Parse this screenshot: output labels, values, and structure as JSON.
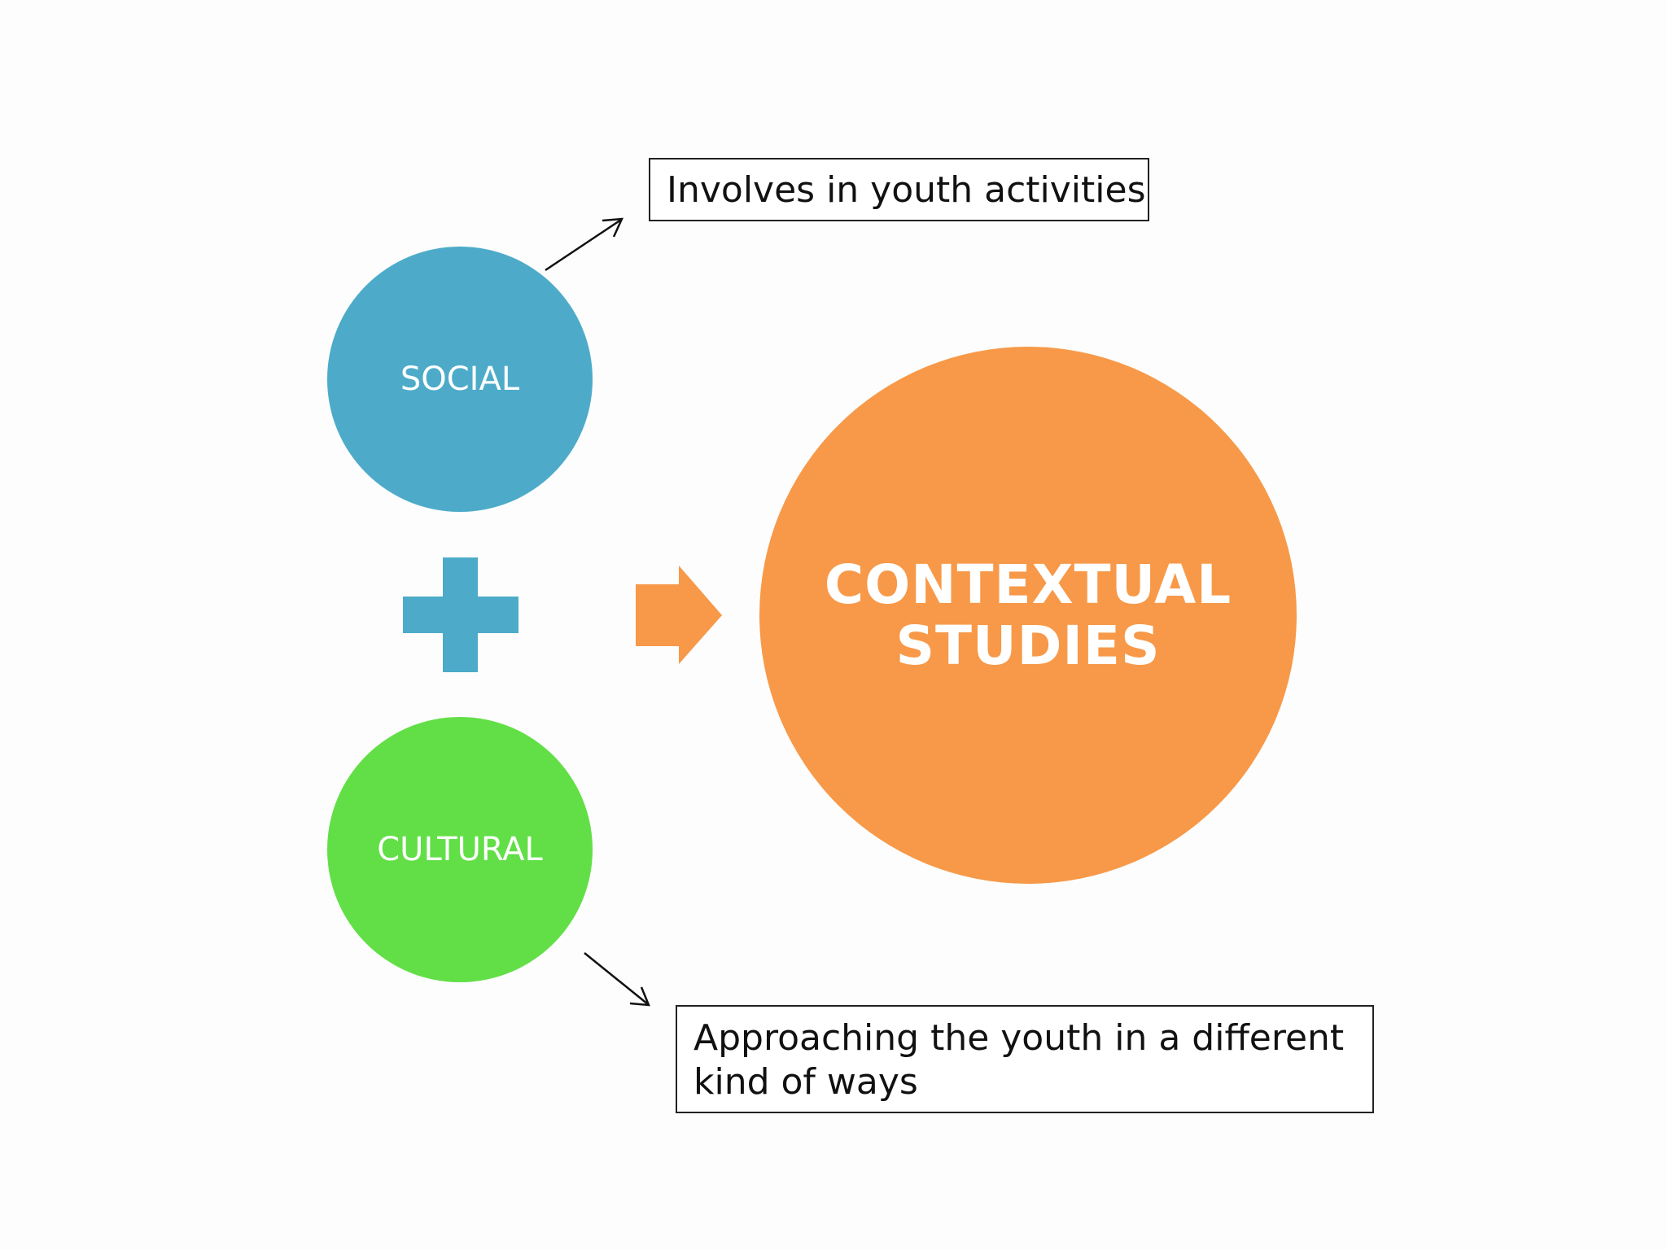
{
  "nodes": {
    "social": {
      "label": "SOCIAL",
      "color": "#4dabc9"
    },
    "cultural": {
      "label": "CULTURAL",
      "color": "#62df47"
    },
    "result": {
      "line1": "CONTEXTUAL",
      "line2": "STUDIES",
      "color": "#f79948"
    }
  },
  "callouts": {
    "social_note": "Involves in youth activities",
    "cultural_note": "Approaching the youth in a different kind of ways"
  },
  "icons": {
    "plus": "plus-icon",
    "arrow": "block-arrow-right-icon"
  }
}
